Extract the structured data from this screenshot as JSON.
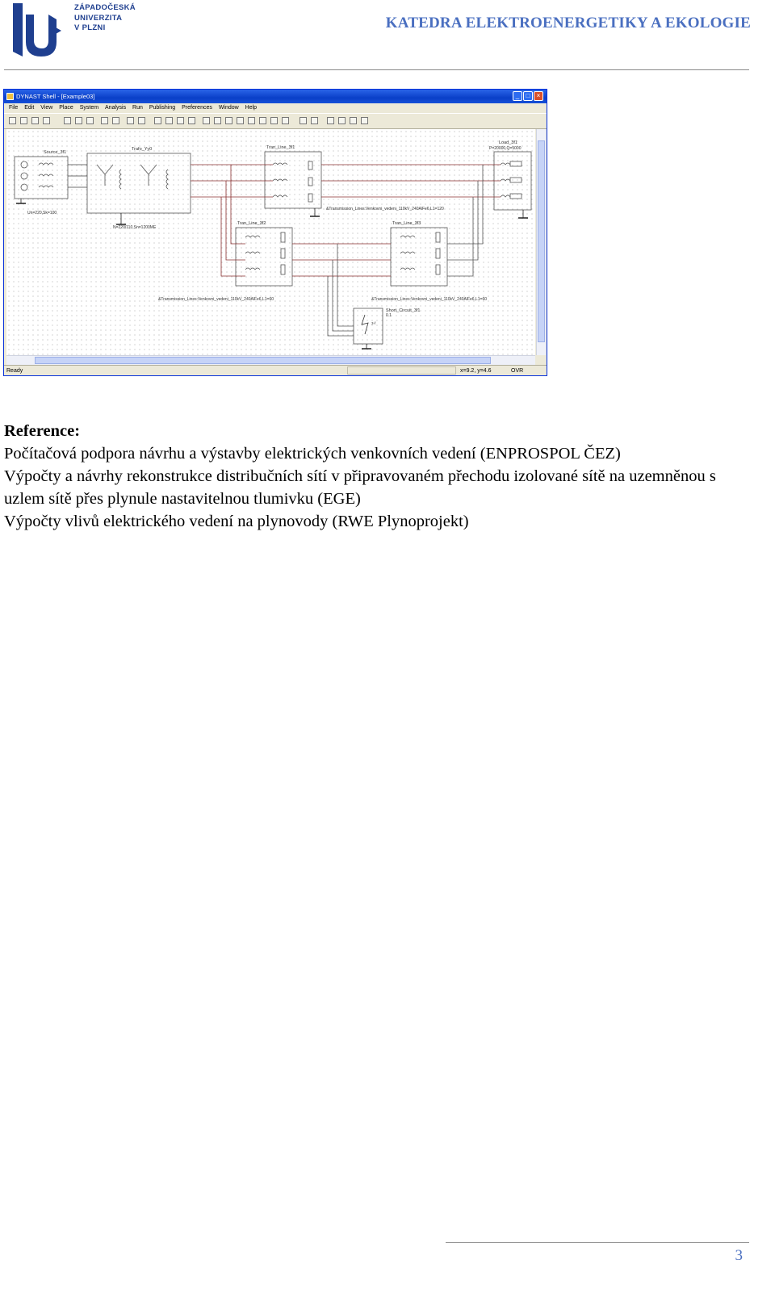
{
  "header": {
    "university_lines": [
      "ZÁPADOČESKÁ",
      "UNIVERZITA",
      "V PLZNI"
    ],
    "department": "KATEDRA ELEKTROENERGETIKY A EKOLOGIE",
    "brand_color": "#1f3f8f",
    "accent_color": "#4a6fc0"
  },
  "app_window": {
    "title": "DYNAST Shell - [Example03]",
    "menu": [
      "File",
      "Edit",
      "View",
      "Place",
      "System",
      "Analysis",
      "Run",
      "Publishing",
      "Preferences",
      "Window",
      "Help"
    ],
    "status_ready": "Ready",
    "status_coords": "x=9.2, y=4.6",
    "status_mode": "OVR",
    "schematic_labels": {
      "source": "Source_3f1",
      "source_params": "Un=220,Sk=100",
      "transformer": "Trafo_Yy0",
      "transformer_params": "N=220/110,Sn=1200ME",
      "line1": "Tran_Line_3f1",
      "line2": "Tran_Line_3f2",
      "line3": "Tran_Line_3f3",
      "load": "Load_3f1",
      "load_params": "P=20000,Q=5000",
      "tl_label1": "&Transmission_Lines:Venkovni_vedeni_110kV_240AlFe6,L1=120",
      "tl_label2": "&Transmission_Lines:Venkovni_vedeni_110kV_240AlFe6,L1=60",
      "tl_label3": "&Transmission_Lines:Venkovni_vedeni_110kV_240AlFe6,L1=60",
      "short_circuit": "Short_Circuit_3f1",
      "short_circuit_val": "0.1",
      "short_circuit_symbol": "3-f"
    }
  },
  "references": {
    "title": "Reference:",
    "items": [
      "Počítačová podpora návrhu a výstavby elektrických venkovních vedení (ENPROSPOL ČEZ)",
      "Výpočty a návrhy rekonstrukce distribučních sítí v připravovaném přechodu izolované sítě na uzemněnou s uzlem sítě přes plynule nastavitelnou tlumivku (EGE)",
      "Výpočty vlivů elektrického vedení na plynovody (RWE Plynoprojekt)"
    ]
  },
  "footer": {
    "page_number": "3"
  }
}
